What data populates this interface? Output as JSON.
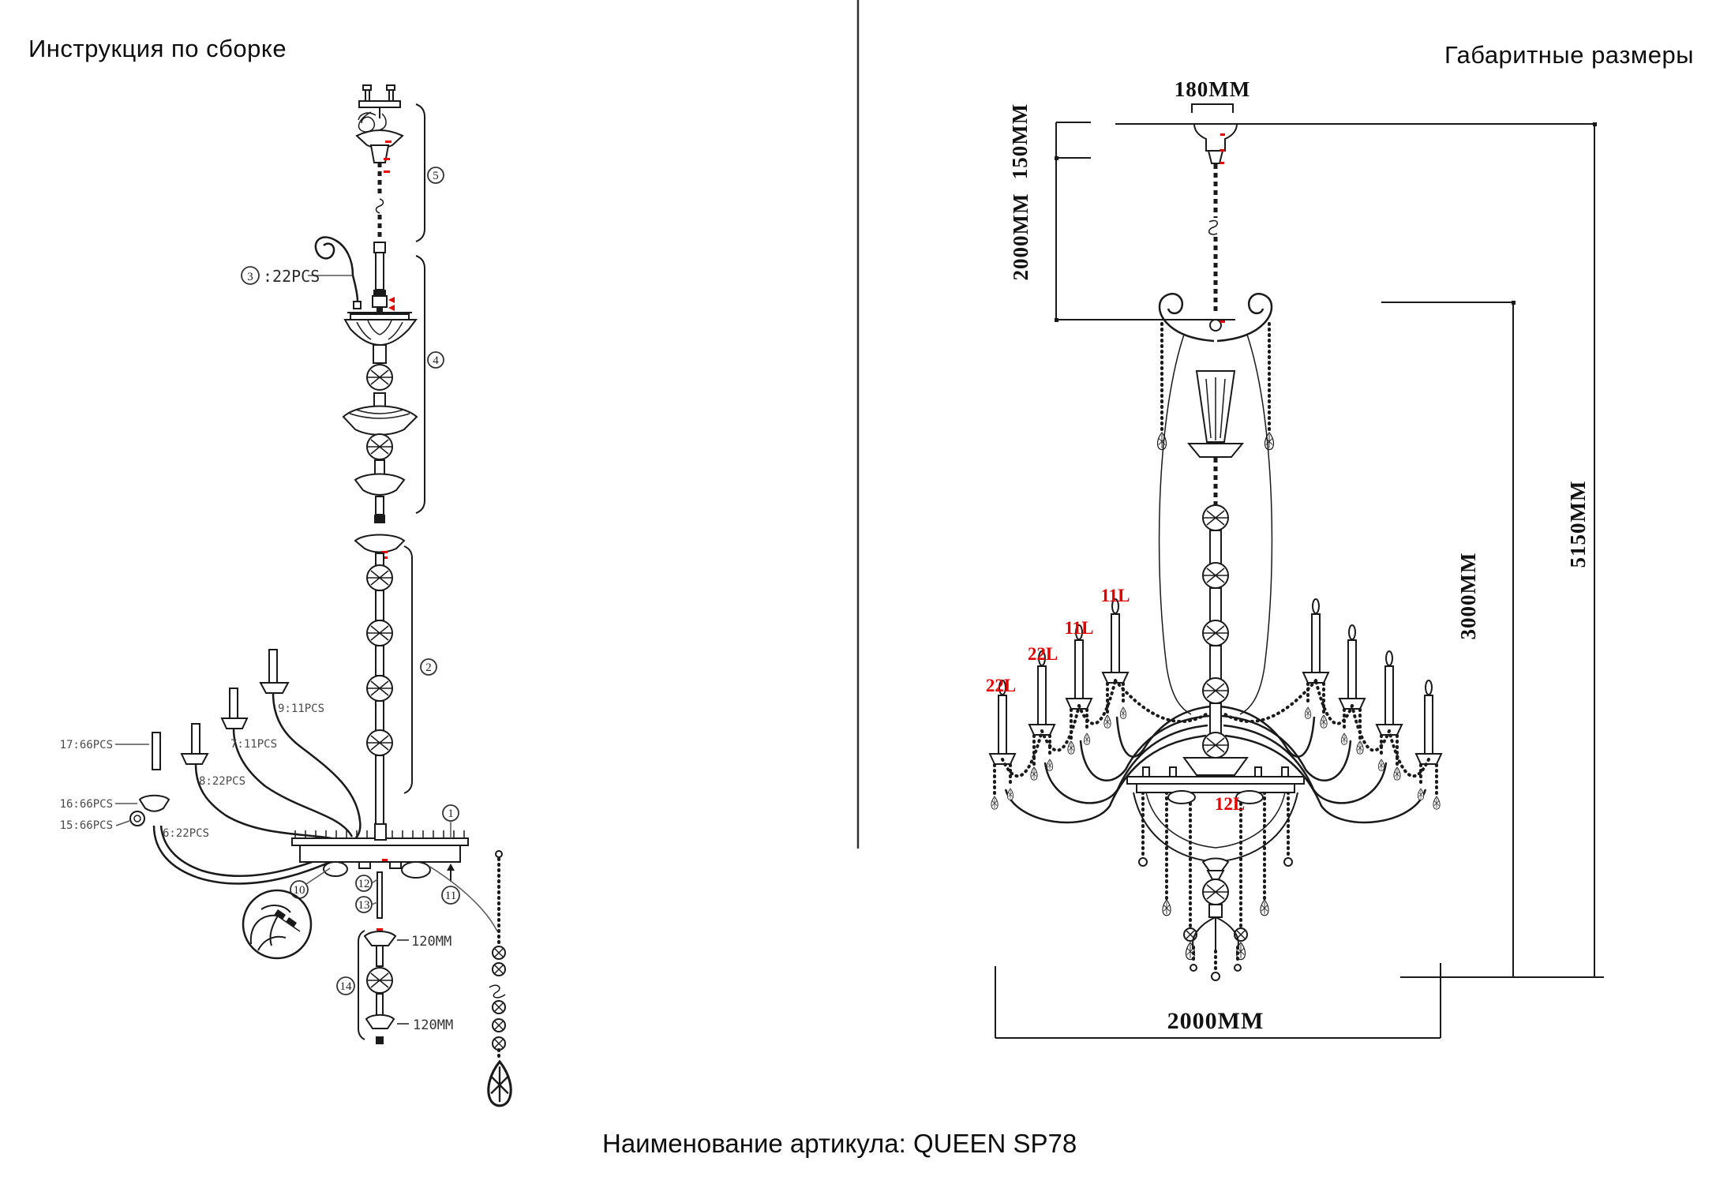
{
  "titles": {
    "left": "Инструкция по сборке",
    "right": "Габаритные размеры"
  },
  "caption": "Наименование артикула: QUEEN SP78",
  "colors": {
    "line": "#1a1a1a",
    "red": "#e60000",
    "label_gray": "#4a4a4a"
  },
  "left_panel": {
    "callouts": {
      "c1": "1",
      "c2": "2",
      "c3": "3",
      "c4": "4",
      "c5": "5",
      "c10": "10",
      "c11": "11",
      "c12": "12",
      "c13": "13",
      "c14": "14"
    },
    "scroll_arm_count": ":22PCS",
    "part_labels": {
      "p17": "17:66PCS",
      "p16": "16:66PCS",
      "p15": "15:66PCS",
      "p9": "9:11PCS",
      "p7": "7:11PCS",
      "p8": "8:22PCS",
      "p6": "6:22PCS"
    },
    "segment_lengths": {
      "top": "120MM",
      "bottom": "120MM"
    }
  },
  "right_panel": {
    "dimensions": {
      "canopy_width": "180MM",
      "ceiling_drop": "150MM",
      "chain_length": "2000MM",
      "fixture_height": "3000MM",
      "total_height": "5150MM",
      "fixture_width": "2000MM"
    },
    "light_counts": {
      "tier1": "11L",
      "tier2": "11L",
      "tier3": "22L",
      "tier4": "22L",
      "bowl": "12L"
    }
  }
}
